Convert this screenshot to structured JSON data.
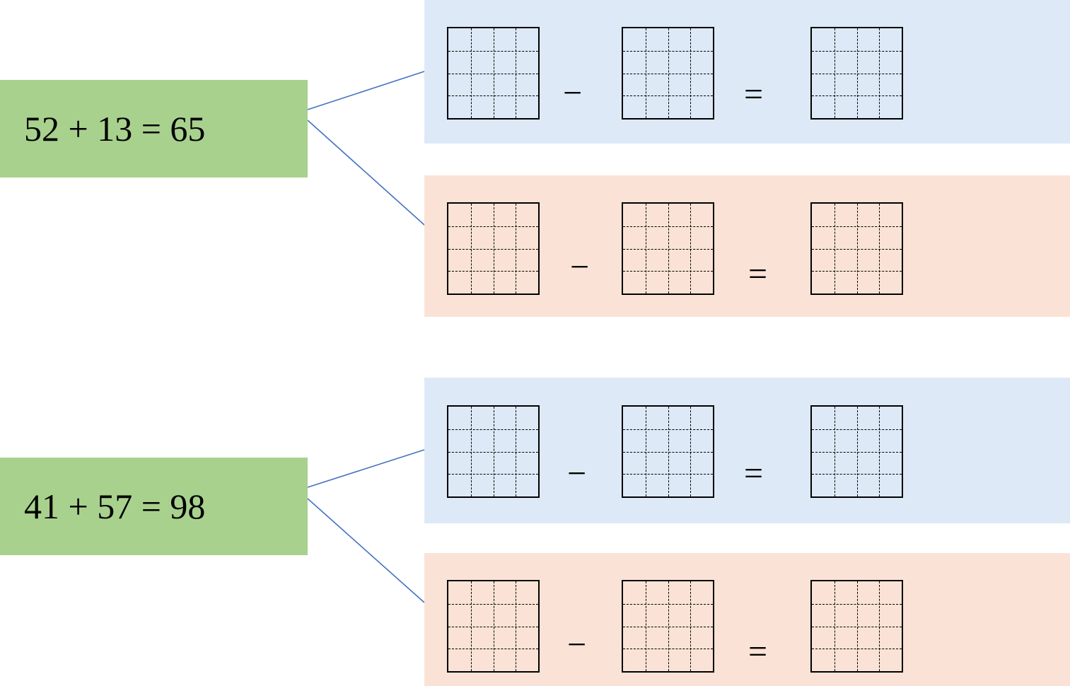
{
  "colors": {
    "equation_box": "#a9d18e",
    "band_blue": "#dde9f6",
    "band_orange": "#fae3d6",
    "connector": "#4472c4"
  },
  "groups": [
    {
      "equation": "52 + 13 = 65",
      "rows": [
        {
          "tone": "blue",
          "minus": "−",
          "equals": "="
        },
        {
          "tone": "orange",
          "minus": "−",
          "equals": "="
        }
      ]
    },
    {
      "equation": "41 + 57 = 98",
      "rows": [
        {
          "tone": "blue",
          "minus": "−",
          "equals": "="
        },
        {
          "tone": "orange",
          "minus": "−",
          "equals": "="
        }
      ]
    }
  ]
}
